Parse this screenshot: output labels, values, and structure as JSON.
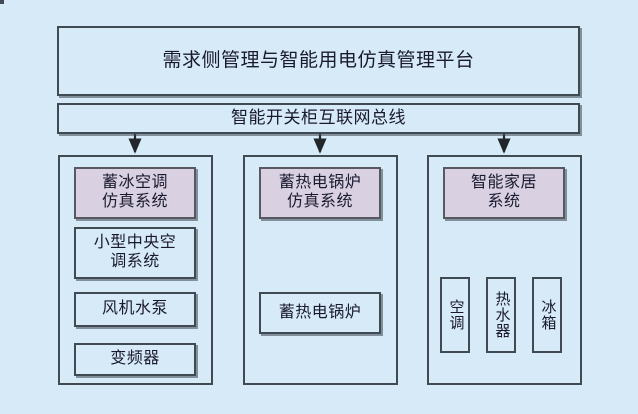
{
  "diagram": {
    "title": "需求侧管理与智能用电仿真管理平台",
    "bus": "智能开关柜互联网总线",
    "background_color": "#d6eaf8",
    "highlight_color": "#d9d0e2",
    "border_color": "#3f4a53",
    "columns": [
      {
        "id": "ice-storage-ac",
        "nodes": [
          {
            "label": "蓄冰空调\n仿真系统",
            "highlight": true
          },
          {
            "label": "小型中央空\n调系统",
            "highlight": false
          },
          {
            "label": "风机水泵",
            "highlight": false
          },
          {
            "label": "变频器",
            "highlight": false
          }
        ]
      },
      {
        "id": "heat-storage-boiler",
        "nodes": [
          {
            "label": "蓄热电锅炉\n仿真系统",
            "highlight": true
          },
          {
            "label": "蓄热电锅炉",
            "highlight": false
          }
        ]
      },
      {
        "id": "smart-home",
        "nodes": [
          {
            "label": "智能家居\n系统",
            "highlight": true
          }
        ],
        "leaves": [
          {
            "label": "空调"
          },
          {
            "label": "热水器"
          },
          {
            "label": "冰箱"
          }
        ]
      }
    ]
  }
}
